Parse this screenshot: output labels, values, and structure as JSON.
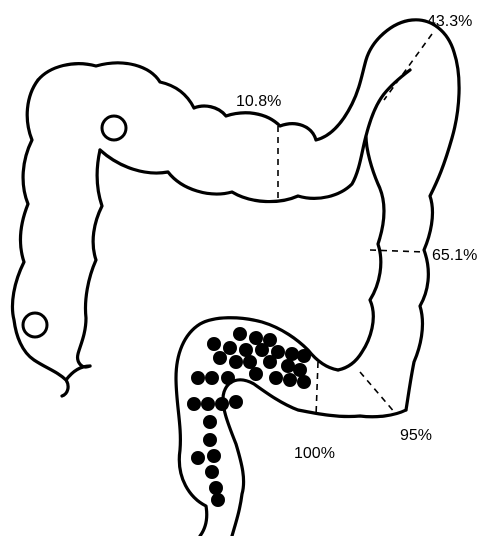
{
  "labels": {
    "transverse": "10.8%",
    "splenic": "43.3%",
    "descending": "65.1%",
    "sigmoid_upper": "95%",
    "sigmoid_lower": "100%"
  },
  "colors": {
    "ink": "#000000",
    "background": "#ffffff"
  }
}
